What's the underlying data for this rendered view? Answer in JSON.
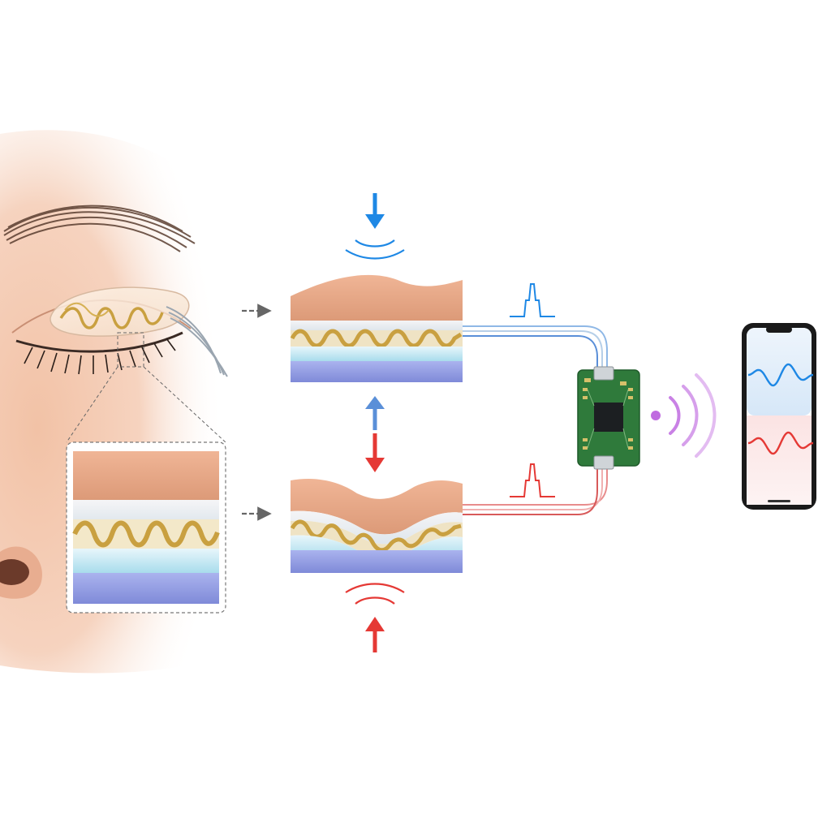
{
  "diagram": {
    "panels": [
      {
        "id": "face-with-eyelid-sensor"
      },
      {
        "id": "sensor-layer-stack-inset"
      },
      {
        "id": "sensor-stack-relaxed"
      },
      {
        "id": "sensor-stack-pressed"
      },
      {
        "id": "pcb-wireless-module"
      },
      {
        "id": "smartphone-display"
      }
    ],
    "signals": [
      {
        "id": "relaxed-signal",
        "color": "#1e88e5"
      },
      {
        "id": "pressed-signal",
        "color": "#e53935"
      }
    ],
    "colors": {
      "skin": "#e3a584",
      "skin_light": "#f7d5bf",
      "gold_trace": "#c9a040",
      "gel": "#bfe6f0",
      "substrate": "#8e9be0",
      "pcb": "#2f7a3b",
      "wireless": "#c06be0",
      "blue": "#1e88e5",
      "red": "#e53935",
      "arrow_gray": "#666666"
    },
    "icons": [
      "down-arrow-icon",
      "up-arrow-icon",
      "bidirectional-arrow-icon",
      "wireless-waves-icon",
      "pulse-signal-icon"
    ]
  }
}
